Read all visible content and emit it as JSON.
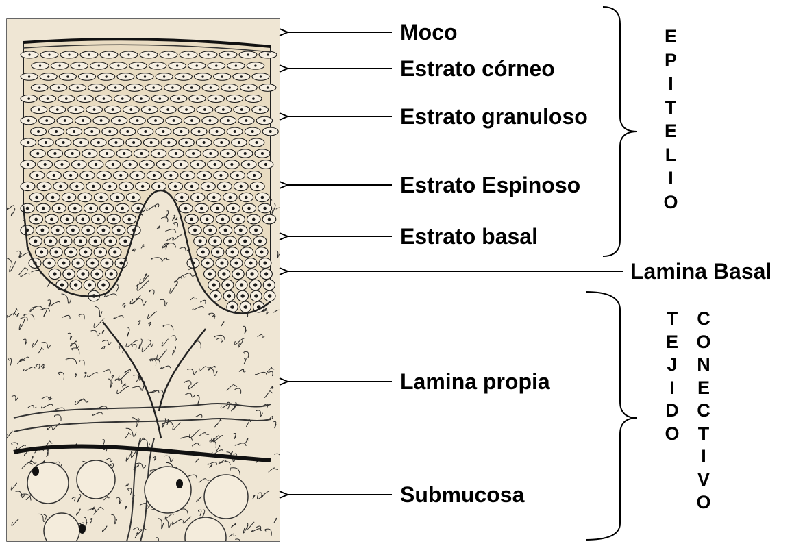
{
  "labels": {
    "moco": "Moco",
    "estrato_corneo": "Estrato córneo",
    "estrato_granuloso": "Estrato granuloso",
    "estrato_espinoso": "Estrato Espinoso",
    "estrato_basal": "Estrato basal",
    "lamina_basal": "Lamina Basal",
    "lamina_propia": "Lamina propia",
    "submucosa": "Submucosa"
  },
  "brackets": {
    "epitelio": [
      "E",
      "P",
      "I",
      "T",
      "E",
      "L",
      "I",
      "O"
    ],
    "tejido": [
      "T",
      "E",
      "J",
      "I",
      "D",
      "O"
    ],
    "conectivo": [
      "C",
      "O",
      "N",
      "E",
      "C",
      "T",
      "I",
      "V",
      "O"
    ]
  },
  "colors": {
    "tissue_bg": "#efe6d4",
    "ink": "#1a1a1a",
    "cell_fill": "#f6efe2"
  }
}
